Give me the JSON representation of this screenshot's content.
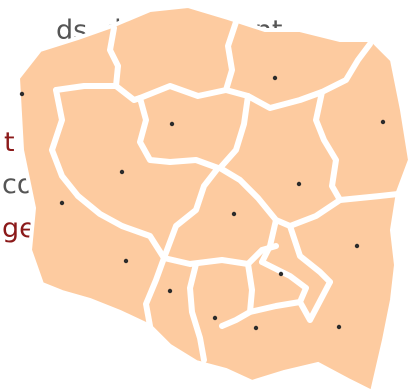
{
  "background_text": [
    {
      "text": "ds, development",
      "color": "#555555"
    },
    {
      "text": "t",
      "color": "#8b1a1a"
    },
    {
      "text": "coordination,",
      "color": "#555555"
    },
    {
      "text": "gement",
      "color": "#8b1a1a"
    }
  ],
  "map": {
    "region_fill": "#fdcba0",
    "border_color": "#ffffff",
    "capital_marker_color": "#2b2b2b",
    "region_count": 16
  }
}
